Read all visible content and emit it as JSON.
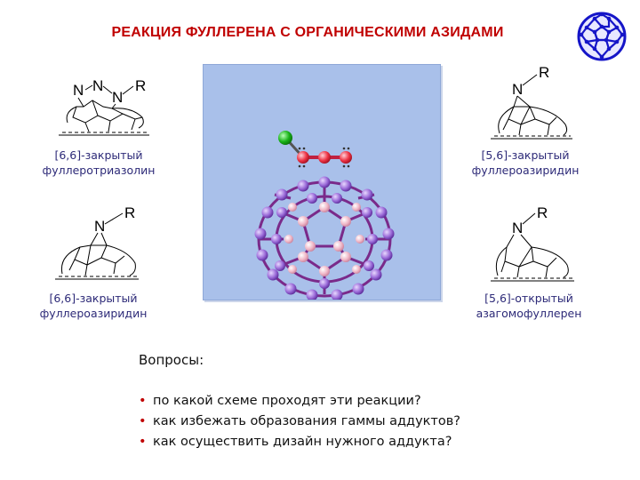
{
  "title": "РЕАКЦИЯ ФУЛЛЕРЕНА С ОРГАНИЧЕСКИМИ АЗИДАМИ",
  "atoms": {
    "n": "N",
    "r": "R"
  },
  "structures": {
    "top_left": {
      "caption_line1": "[6,6]-закрытый",
      "caption_line2": "фуллеротриазолин"
    },
    "top_right": {
      "caption_line1": "[5,6]-закрытый",
      "caption_line2": "фуллероазиридин"
    },
    "bottom_left": {
      "caption_line1": "[6,6]-закрытый",
      "caption_line2": "фуллероазиридин"
    },
    "bottom_right": {
      "caption_line1": "[5,6]-открытый",
      "caption_line2": "азагомофуллерен"
    }
  },
  "questions": {
    "heading": "Вопросы:",
    "bullet": "•",
    "items": [
      "по какой схеме проходят эти реакции?",
      "как избежать образования гаммы аддуктов?",
      "как осуществить дизайн нужного аддукта?"
    ]
  },
  "colors": {
    "title": "#c00000",
    "caption": "#2d2a78",
    "panel": "#a9c0ea",
    "bond_purple": "#7a2a8a",
    "atom_violet": "#9a6ad8",
    "atom_pink": "#f0b8c8",
    "chlorine": "#19b319",
    "nitrogen": "#ee3344",
    "logo_blue": "#1515c8"
  }
}
